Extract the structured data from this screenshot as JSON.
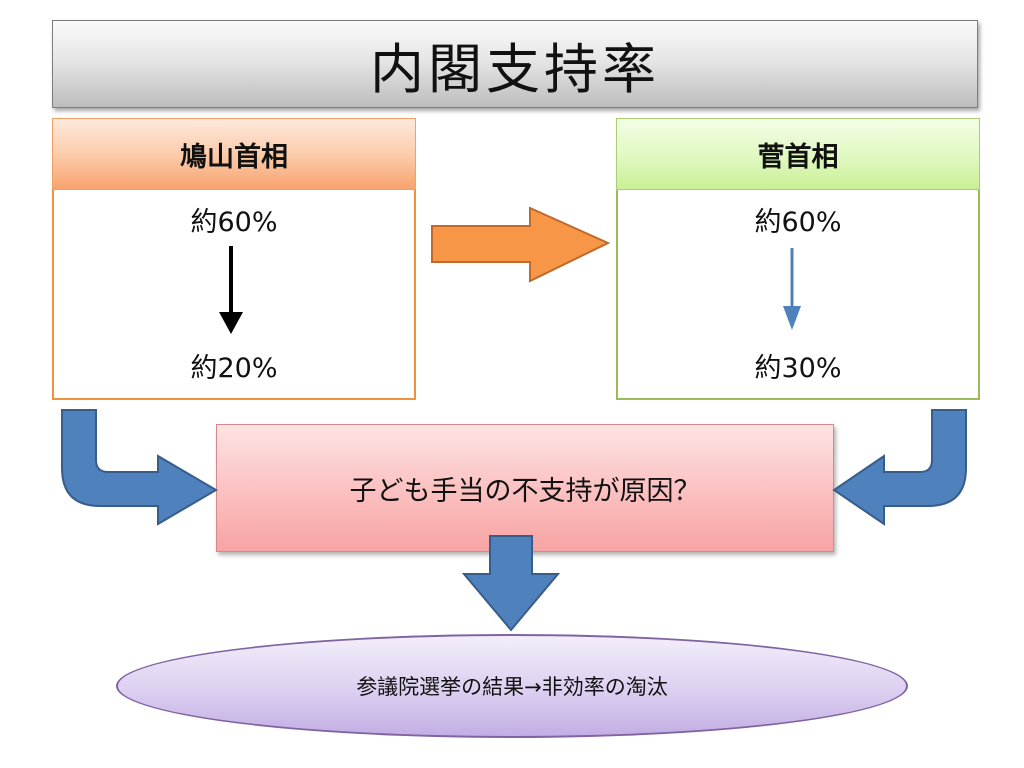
{
  "title": "内閣支持率",
  "left": {
    "header": "鳩山首相",
    "from": "約60%",
    "to": "約20%"
  },
  "right": {
    "header": "菅首相",
    "from": "約60%",
    "to": "約30%"
  },
  "cause": "子ども手当の不支持が原因？",
  "result": "参議院選挙の結果→非効率の淘汰",
  "colors": {
    "orange_arrow": "#f79646",
    "blue_arrow": "#4f81bd",
    "left_border": "#f0913c",
    "right_border": "#9bbb59",
    "ellipse_border": "#8064a2"
  },
  "icons": {
    "transition_arrow": "arrow-right-icon",
    "left_drop_arrow": "arrow-down-icon",
    "right_drop_arrow": "arrow-down-icon",
    "merge_arrows": "curved-arrow-icon",
    "result_arrow": "arrow-down-icon"
  }
}
